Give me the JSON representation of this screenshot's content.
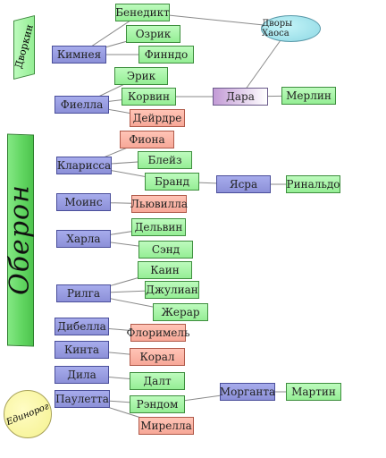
{
  "root": {
    "label": "Оберон"
  },
  "dvorkin": {
    "label": "Дворкин"
  },
  "chaos": {
    "label": "Дворы Хаоса"
  },
  "unicorn": {
    "label": "Единорог"
  },
  "nodes": [
    {
      "id": "benedict",
      "label": "Бенедикт",
      "kind": "green"
    },
    {
      "id": "ozrik",
      "label": "Озрик",
      "kind": "green"
    },
    {
      "id": "kimneya",
      "label": "Кимнея",
      "kind": "blue"
    },
    {
      "id": "finndo",
      "label": "Финндо",
      "kind": "green"
    },
    {
      "id": "erik",
      "label": "Эрик",
      "kind": "green"
    },
    {
      "id": "korvin",
      "label": "Корвин",
      "kind": "green"
    },
    {
      "id": "dara",
      "label": "Дара",
      "kind": "dara"
    },
    {
      "id": "merlin",
      "label": "Мерлин",
      "kind": "green"
    },
    {
      "id": "fiella",
      "label": "Фиелла",
      "kind": "blue"
    },
    {
      "id": "deirdre",
      "label": "Дейрдре",
      "kind": "pink"
    },
    {
      "id": "fiona",
      "label": "Фиона",
      "kind": "pink"
    },
    {
      "id": "blez",
      "label": "Блейз",
      "kind": "green"
    },
    {
      "id": "klarissa",
      "label": "Кларисса",
      "kind": "blue"
    },
    {
      "id": "brand",
      "label": "Бранд",
      "kind": "green"
    },
    {
      "id": "yasra",
      "label": "Ясра",
      "kind": "blue"
    },
    {
      "id": "rinaldo",
      "label": "Ринальдо",
      "kind": "green"
    },
    {
      "id": "moins",
      "label": "Моинс",
      "kind": "blue"
    },
    {
      "id": "lyuvilla",
      "label": "Льювилла",
      "kind": "pink"
    },
    {
      "id": "delvin",
      "label": "Дельвин",
      "kind": "green"
    },
    {
      "id": "kharla",
      "label": "Харла",
      "kind": "blue"
    },
    {
      "id": "send",
      "label": "Сэнд",
      "kind": "green"
    },
    {
      "id": "kain",
      "label": "Каин",
      "kind": "green"
    },
    {
      "id": "rilga",
      "label": "Рилга",
      "kind": "blue"
    },
    {
      "id": "julian",
      "label": "Джулиан",
      "kind": "green"
    },
    {
      "id": "zherar",
      "label": "Жерар",
      "kind": "green"
    },
    {
      "id": "dibella",
      "label": "Дибелла",
      "kind": "blue"
    },
    {
      "id": "florimel",
      "label": "Флоримель",
      "kind": "pink"
    },
    {
      "id": "kinta",
      "label": "Кинта",
      "kind": "blue"
    },
    {
      "id": "koral",
      "label": "Корал",
      "kind": "pink"
    },
    {
      "id": "dila",
      "label": "Дила",
      "kind": "blue"
    },
    {
      "id": "dalt",
      "label": "Далт",
      "kind": "green"
    },
    {
      "id": "pauletta",
      "label": "Паулетта",
      "kind": "blue"
    },
    {
      "id": "rendom",
      "label": "Рэндом",
      "kind": "green"
    },
    {
      "id": "morganta",
      "label": "Морганта",
      "kind": "blue"
    },
    {
      "id": "martin",
      "label": "Мартин",
      "kind": "green"
    },
    {
      "id": "mirella",
      "label": "Мирелла",
      "kind": "pink"
    }
  ],
  "edges": [
    [
      "benedict",
      "kimneya"
    ],
    [
      "benedict",
      "chaos"
    ],
    [
      "ozrik",
      "kimneya"
    ],
    [
      "finndo",
      "kimneya"
    ],
    [
      "chaos",
      "dara"
    ],
    [
      "korvin",
      "dara"
    ],
    [
      "dara",
      "merlin"
    ],
    [
      "erik",
      "fiella"
    ],
    [
      "korvin",
      "fiella"
    ],
    [
      "deirdre",
      "fiella"
    ],
    [
      "fiona",
      "klarissa"
    ],
    [
      "blez",
      "klarissa"
    ],
    [
      "brand",
      "klarissa"
    ],
    [
      "brand",
      "yasra"
    ],
    [
      "yasra",
      "rinaldo"
    ],
    [
      "moins",
      "lyuvilla"
    ],
    [
      "delvin",
      "kharla"
    ],
    [
      "send",
      "kharla"
    ],
    [
      "kain",
      "rilga"
    ],
    [
      "julian",
      "rilga"
    ],
    [
      "zherar",
      "rilga"
    ],
    [
      "dibella",
      "florimel"
    ],
    [
      "kinta",
      "koral"
    ],
    [
      "dila",
      "dalt"
    ],
    [
      "rendom",
      "pauletta"
    ],
    [
      "mirella",
      "pauletta"
    ],
    [
      "rendom",
      "morganta"
    ],
    [
      "morganta",
      "martin"
    ]
  ]
}
